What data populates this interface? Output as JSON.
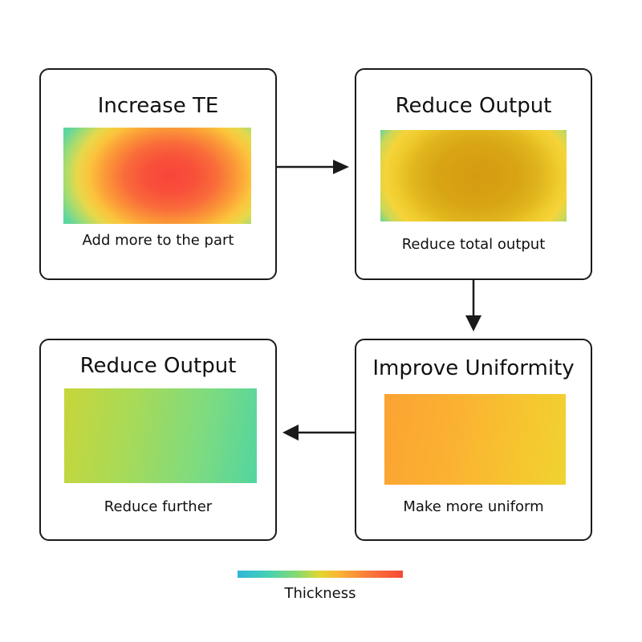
{
  "panels": {
    "top_left": {
      "title": "Increase TE",
      "caption": "Add more to the part"
    },
    "top_right": {
      "title": "Reduce Output",
      "caption": "Reduce total output"
    },
    "bottom_right": {
      "title": "Improve Uniformity",
      "caption": "Make more uniform"
    },
    "bottom_left": {
      "title": "Reduce Output",
      "caption": "Reduce further"
    }
  },
  "legend": {
    "label": "Thickness",
    "colors": [
      "#2fb6d8",
      "#45d0b5",
      "#86da6f",
      "#e3d62f",
      "#fbb235",
      "#f9783a",
      "#f64835"
    ]
  },
  "colors": {
    "border": "#1a1a1a",
    "arrow": "#1a1a1a"
  }
}
